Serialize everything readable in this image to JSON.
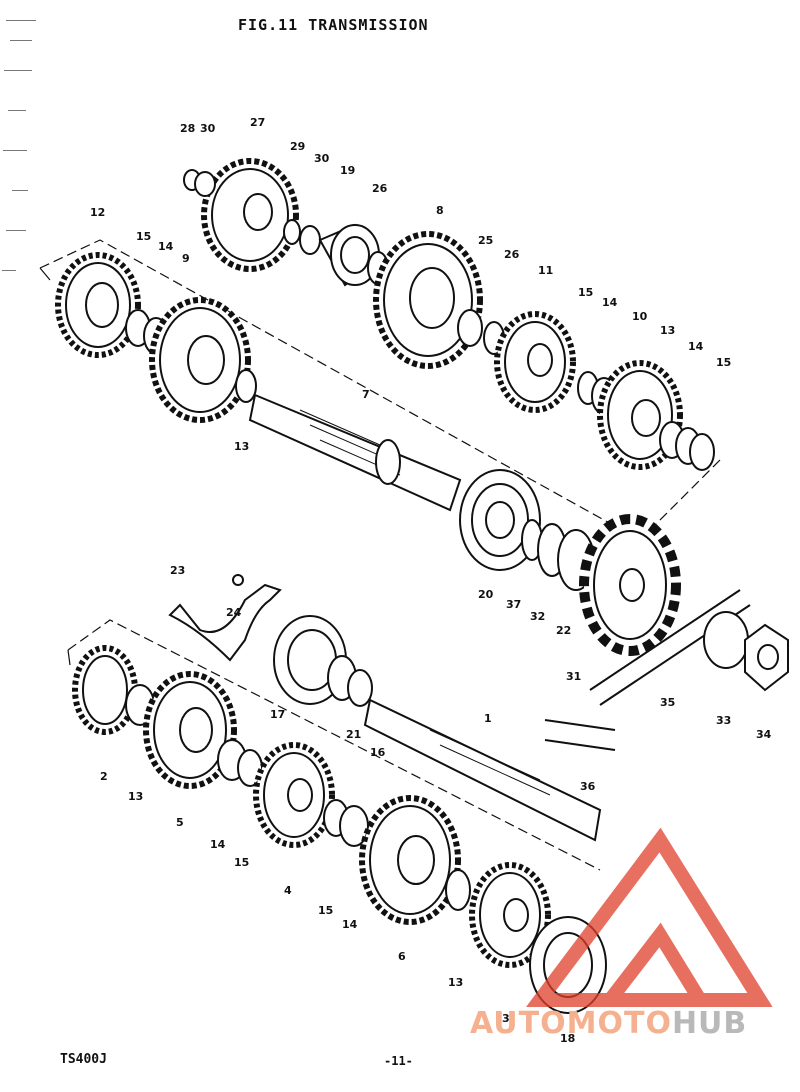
{
  "header": {
    "title": "FIG.11  TRANSMISSION"
  },
  "footer": {
    "model": "TS400J",
    "page": "-11-"
  },
  "watermark": {
    "part1": "AUTOMOTO",
    "part2": "HUB"
  },
  "callouts": [
    "28",
    "30",
    "27",
    "29",
    "30",
    "19",
    "26",
    "8",
    "25",
    "26",
    "11",
    "15",
    "14",
    "10",
    "13",
    "14",
    "15",
    "12",
    "15",
    "14",
    "9",
    "7",
    "13",
    "20",
    "37",
    "32",
    "22",
    "31",
    "35",
    "33",
    "34",
    "23",
    "24",
    "17",
    "21",
    "16",
    "1",
    "36",
    "2",
    "13",
    "5",
    "14",
    "15",
    "4",
    "15",
    "14",
    "6",
    "13",
    "3",
    "18"
  ],
  "colors": {
    "line": "#111111",
    "watermark_red": "#e0402c",
    "watermark_orange": "#f5b08f",
    "watermark_grey": "#b9b9b9"
  }
}
